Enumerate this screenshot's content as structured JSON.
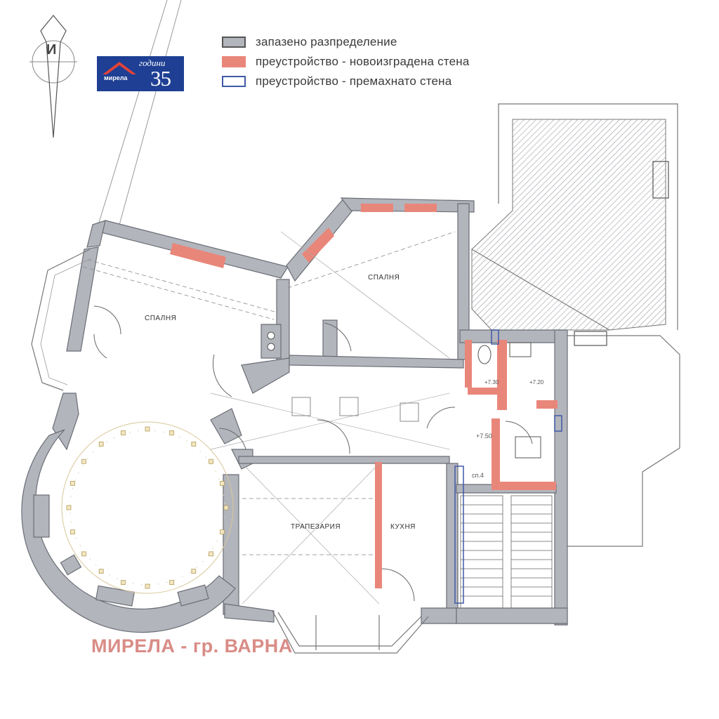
{
  "legend": {
    "items": [
      {
        "label": "запазено разпределение",
        "fill": "#b3b5bd",
        "border": "#555555"
      },
      {
        "label": "преустройство - новоизградена стена",
        "fill": "#e9867a",
        "border": "#e9867a"
      },
      {
        "label": "преустройство - премахнато стена",
        "fill": "#ffffff",
        "border": "#3f5aa8"
      }
    ]
  },
  "logo": {
    "brand": "мирела",
    "years_word": "години",
    "years_num": "35"
  },
  "compass": {
    "letter": "И"
  },
  "watermark": "МИРЕЛА - гр. ВАРНА",
  "rooms": {
    "bedroom_left": "СПАЛНЯ",
    "bedroom_right": "СПАЛНЯ",
    "dining": "ТРАПЕЗАРИЯ",
    "kitchen": "КУХНЯ",
    "stair_label": "сп.4"
  },
  "levels": {
    "level_a": "+7.30",
    "level_b": "+7.50",
    "level_c": "+7.20"
  },
  "colors": {
    "wall": "#b3b5bd",
    "wall_edge": "#6b6d75",
    "new_wall": "#e9867a",
    "removed_wall": "#3f5aa8",
    "hatch": "#8d8f96",
    "line": "#777777"
  }
}
